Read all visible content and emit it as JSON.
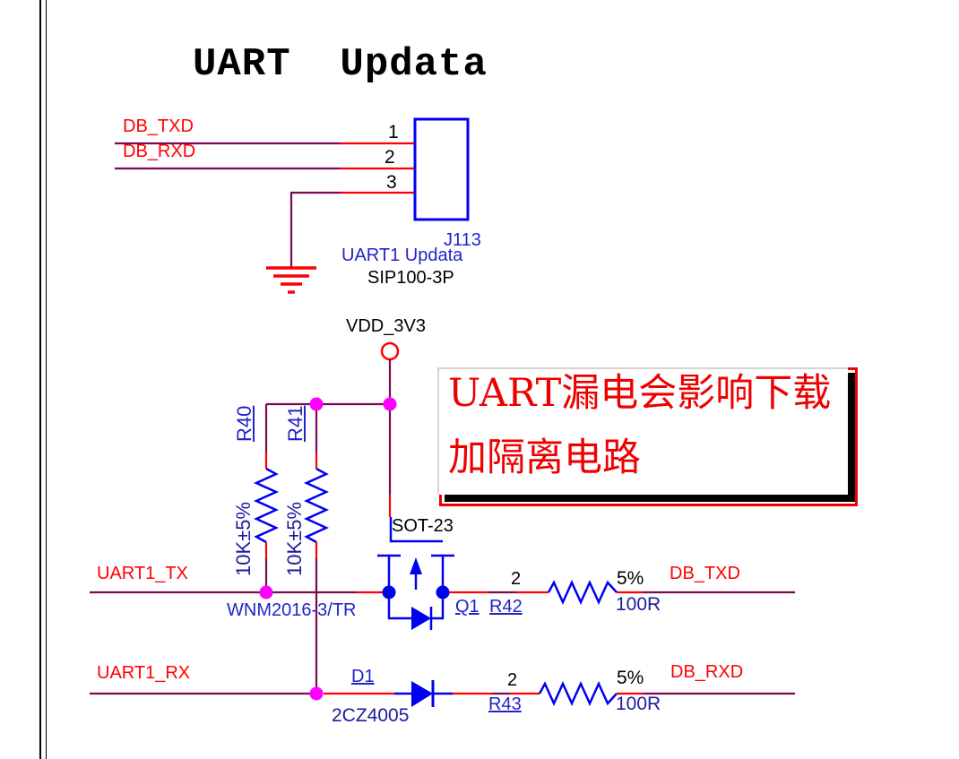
{
  "colors": {
    "wire": "#7A0A50",
    "red": "#FF0000",
    "blue": "#0000F0",
    "ref-blue": "#2323C8",
    "value-blue": "#1C1C9E",
    "magenta": "#FF00FF",
    "note-red": "#EE0000"
  },
  "title": "UART  Updata",
  "connector": {
    "net1": "DB_TXD",
    "net2": "DB_RXD",
    "pin1": "1",
    "pin2": "2",
    "pin3": "3",
    "refdes": "J113",
    "name": "UART1 Updata",
    "footprint": "SIP100-3P"
  },
  "power": {
    "net": "VDD_3V3"
  },
  "pullups": {
    "r40": {
      "ref": "R40",
      "value": "10K±5%"
    },
    "r41": {
      "ref": "R41",
      "value": "10K±5%"
    }
  },
  "mosfet": {
    "ref": "Q1",
    "part": "WNM2016-3/TR",
    "package": "SOT-23"
  },
  "diode": {
    "ref": "D1",
    "part": "2CZ4005"
  },
  "tx_row": {
    "net_in": "UART1_TX",
    "pin": "2",
    "ref": "R42",
    "tol": "5%",
    "value": "100R",
    "net_out": "DB_TXD"
  },
  "rx_row": {
    "net_in": "UART1_RX",
    "pin": "2",
    "ref": "R43",
    "tol": "5%",
    "value": "100R",
    "net_out": "DB_RXD"
  },
  "note": {
    "line1": "UART漏电会影响下载",
    "line2": "加隔离电路"
  }
}
